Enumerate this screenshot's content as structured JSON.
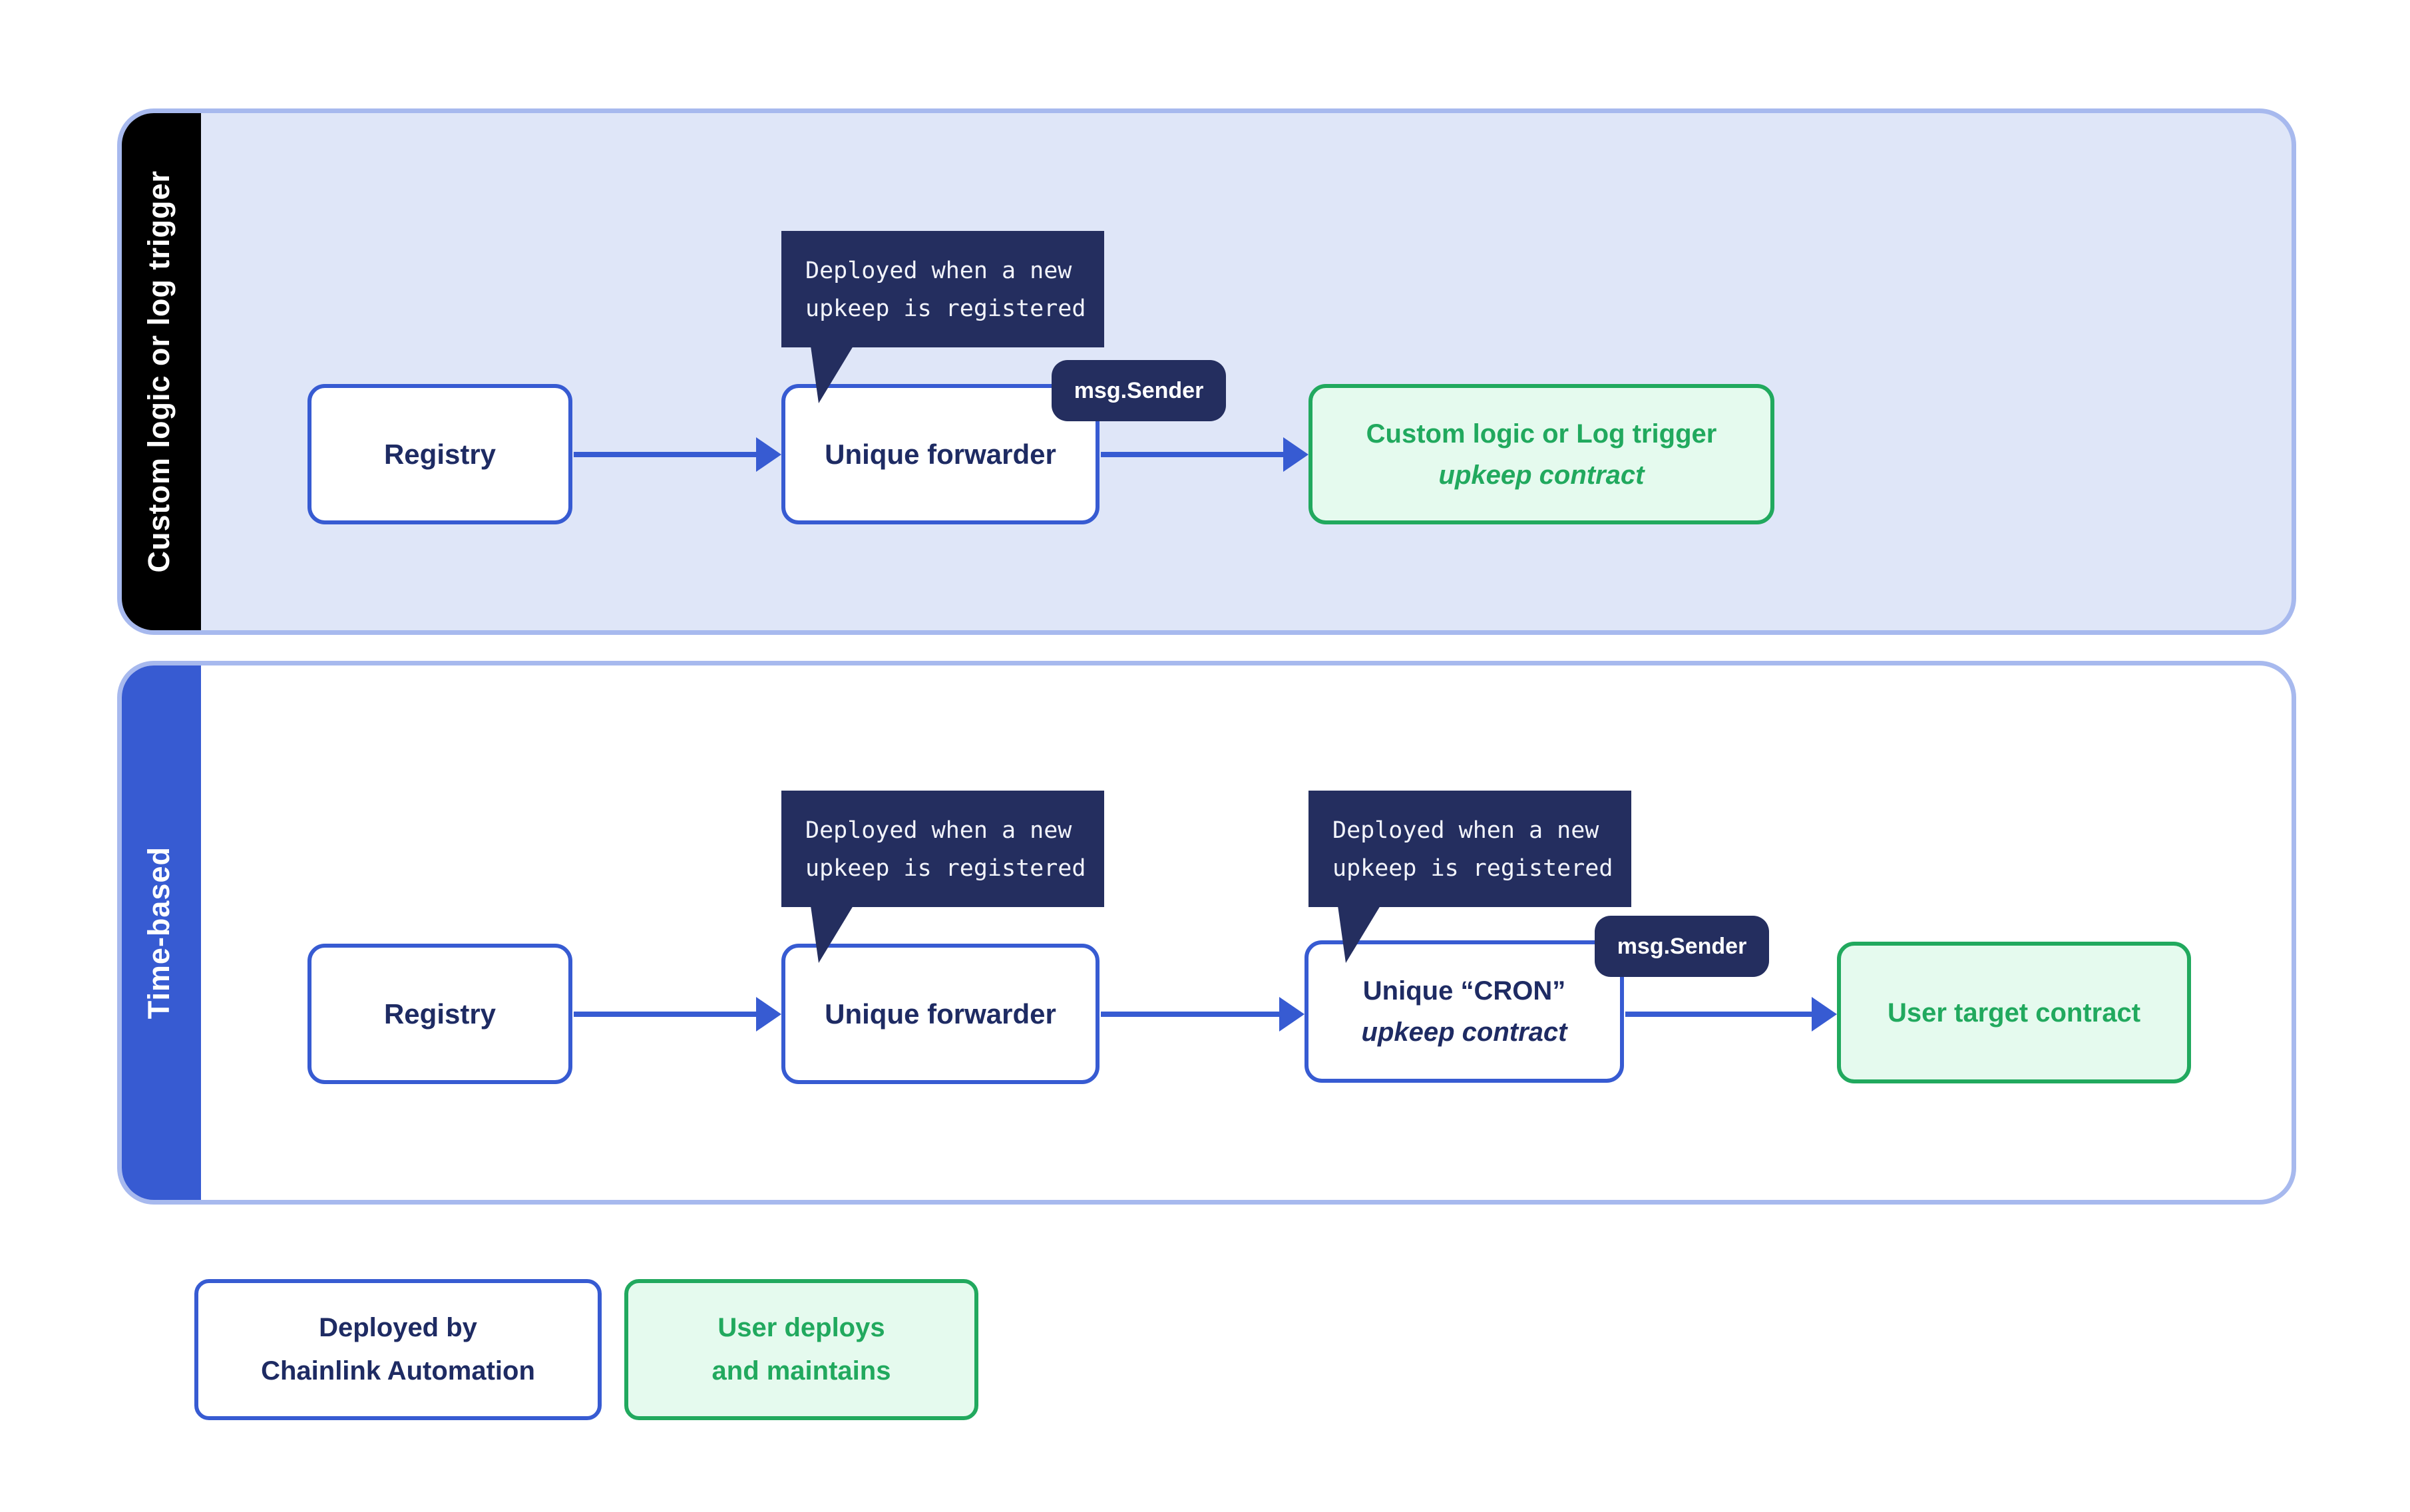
{
  "colors": {
    "blue": "#375bd2",
    "navy": "#242e5f",
    "green": "#21a95e",
    "green_bg": "#e5faee",
    "lane1_bg": "#dfe6f8",
    "lane_border": "#a7b9ee",
    "band_custom_bg": "#000000",
    "band_time_bg": "#375bd2"
  },
  "lanes": {
    "custom": {
      "label": "Custom logic or log trigger",
      "registry": "Registry",
      "forwarder": "Unique forwarder",
      "upkeep_line1": "Custom logic or Log trigger",
      "upkeep_line2": "upkeep contract"
    },
    "time": {
      "label": "Time-based",
      "registry": "Registry",
      "forwarder": "Unique forwarder",
      "cron_line1": "Unique “CRON”",
      "cron_line2": "upkeep contract",
      "target": "User target contract"
    }
  },
  "tooltip": {
    "line1": "Deployed when a new",
    "line2": "upkeep is registered"
  },
  "badge": {
    "label": "msg.Sender"
  },
  "legend": {
    "chainlink": {
      "line1": "Deployed by",
      "line2": "Chainlink Automation"
    },
    "user": {
      "line1": "User deploys",
      "line2": "and maintains"
    }
  }
}
